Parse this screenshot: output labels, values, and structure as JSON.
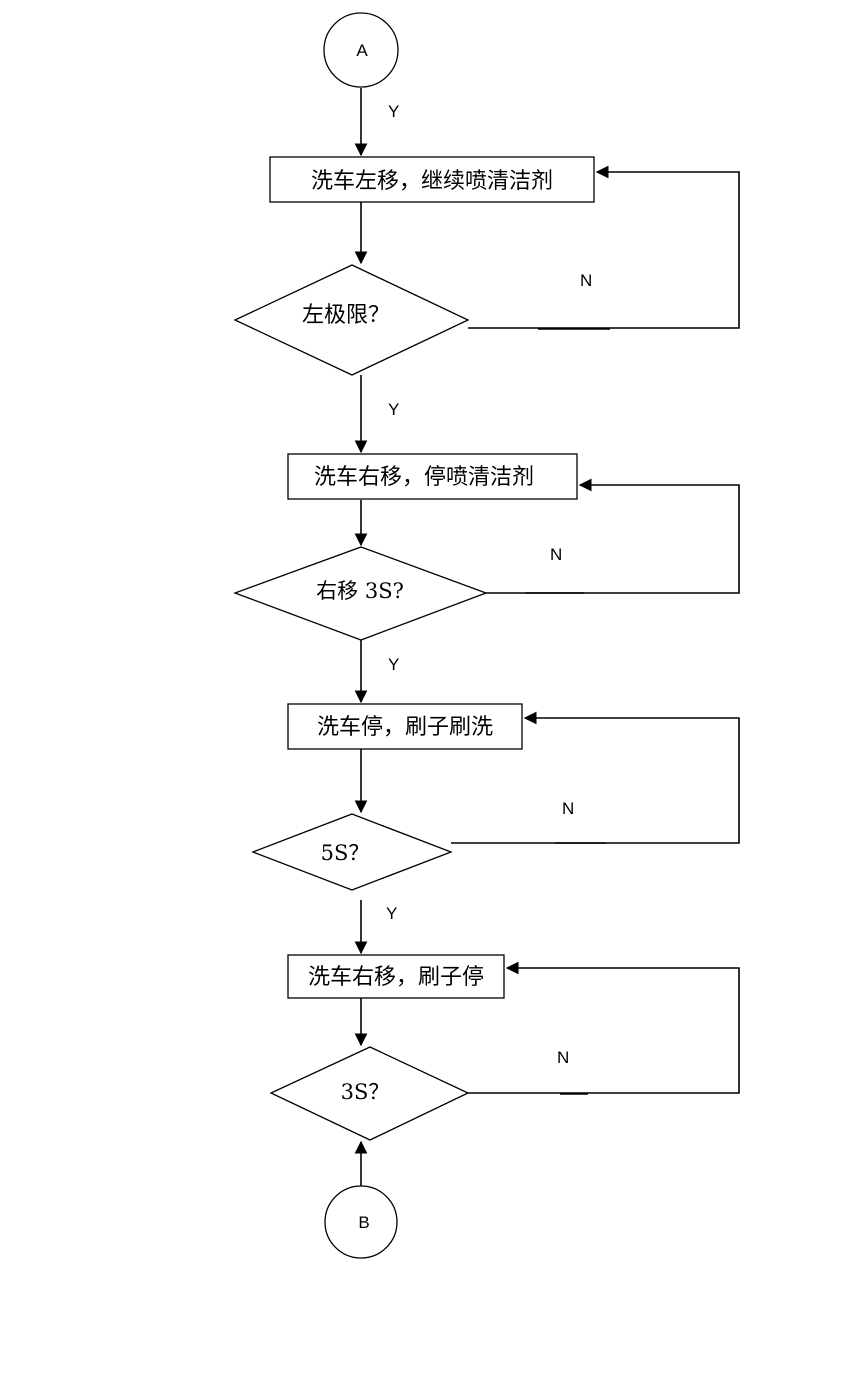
{
  "connectors": {
    "start": "A",
    "end": "B"
  },
  "process_boxes": [
    "洗车左移，继续喷清洁剂",
    "洗车右移，停喷清洁剂",
    "洗车停，刷子刷洗",
    "洗车右移，刷子停"
  ],
  "decisions": [
    "左极限？",
    "右移 3S?",
    "5S？",
    "3S？"
  ],
  "branch_labels": {
    "yes": "Y",
    "no": "N"
  }
}
